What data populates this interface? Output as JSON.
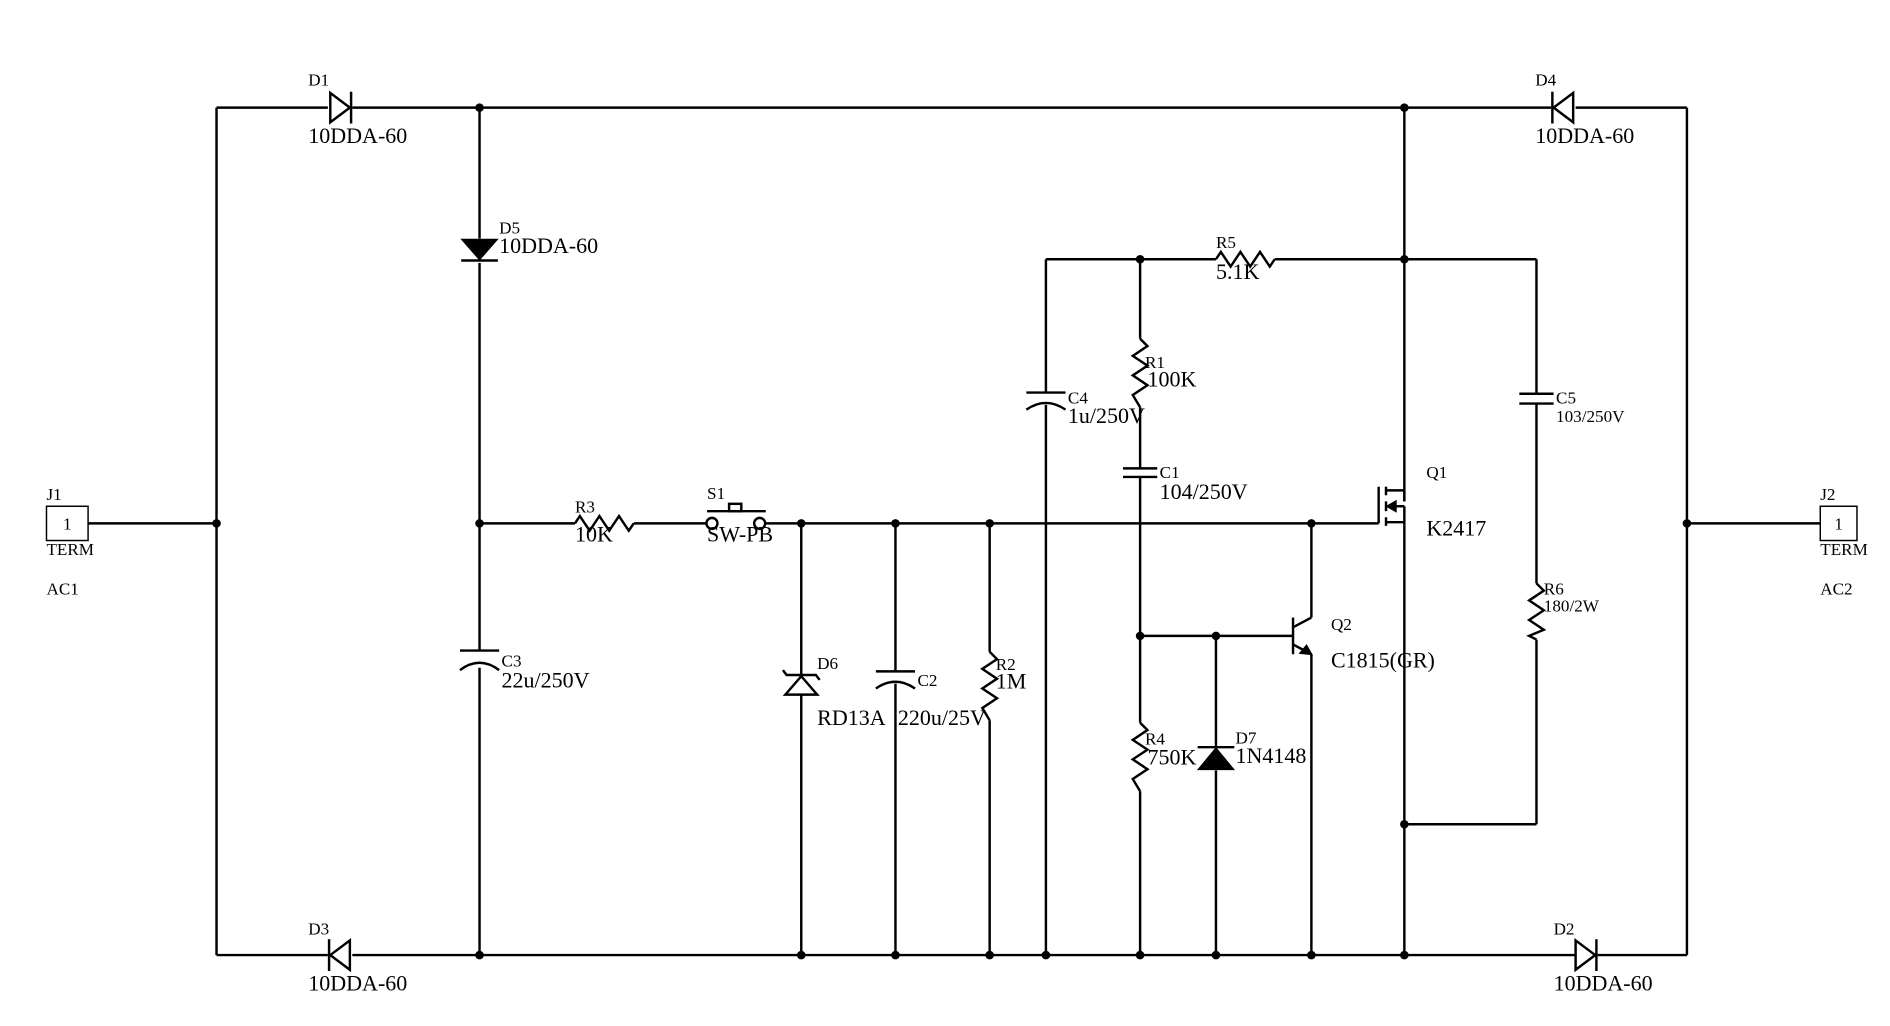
{
  "components": {
    "J1": {
      "ref": "J1",
      "pin": "1",
      "type": "TERM",
      "net": "AC1"
    },
    "J2": {
      "ref": "J2",
      "pin": "1",
      "type": "TERM",
      "net": "AC2"
    },
    "D1": {
      "ref": "D1",
      "value": "10DDA-60"
    },
    "D2": {
      "ref": "D2",
      "value": "10DDA-60"
    },
    "D3": {
      "ref": "D3",
      "value": "10DDA-60"
    },
    "D4": {
      "ref": "D4",
      "value": "10DDA-60"
    },
    "D5": {
      "ref": "D5",
      "value": "10DDA-60"
    },
    "D6": {
      "ref": "D6",
      "value": "RD13A"
    },
    "D7": {
      "ref": "D7",
      "value": "1N4148"
    },
    "R1": {
      "ref": "R1",
      "value": "100K"
    },
    "R2": {
      "ref": "R2",
      "value": "1M"
    },
    "R3": {
      "ref": "R3",
      "value": "10K"
    },
    "R4": {
      "ref": "R4",
      "value": "750K"
    },
    "R5": {
      "ref": "R5",
      "value": "5.1K"
    },
    "R6": {
      "ref": "R6",
      "value": "180/2W"
    },
    "C1": {
      "ref": "C1",
      "value": "104/250V"
    },
    "C2": {
      "ref": "C2",
      "value": "220u/25V"
    },
    "C3": {
      "ref": "C3",
      "value": "22u/250V"
    },
    "C4": {
      "ref": "C4",
      "value": "1u/250V"
    },
    "C5": {
      "ref": "C5",
      "value": "103/250V"
    },
    "S1": {
      "ref": "S1",
      "value": "SW-PB"
    },
    "Q1": {
      "ref": "Q1",
      "value": "K2417"
    },
    "Q2": {
      "ref": "Q2",
      "value": "C1815(GR)"
    }
  }
}
